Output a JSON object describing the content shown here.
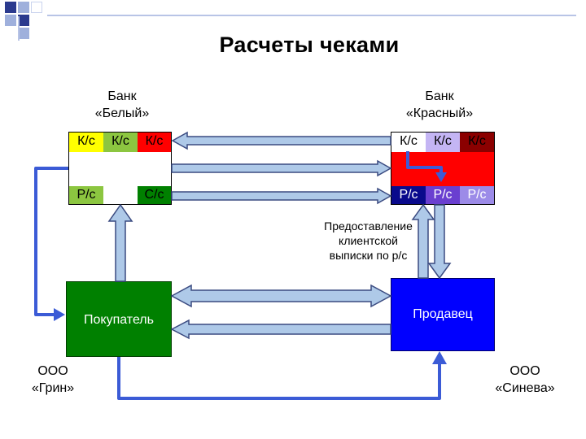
{
  "title": "Расчеты чеками",
  "bank_white": {
    "label_line1": "Банк",
    "label_line2": "«Белый»",
    "cells_top": [
      "К/с",
      "К/с",
      "К/с"
    ],
    "cell_bottom_left": "Р/с",
    "cell_bottom_right": "С/с"
  },
  "bank_red": {
    "label_line1": "Банк",
    "label_line2": "«Красный»",
    "cells_top": [
      "К/с",
      "К/с",
      "К/с"
    ],
    "cells_bottom": [
      "Р/с",
      "Р/с",
      "Р/с"
    ]
  },
  "buyer": {
    "label": "Покупатель",
    "org_line1": "ООО",
    "org_line2": "«Грин»"
  },
  "seller": {
    "label": "Продавец",
    "org_line1": "ООО",
    "org_line2": "«Синева»"
  },
  "note": {
    "line1": "Предоставление",
    "line2": "клиентской",
    "line3": "выписки по р/с"
  },
  "colors": {
    "buyer_box": "#008000",
    "seller_box": "#0000ff",
    "arrow_fill": "#aec9e8",
    "arrow_edge": "#3a4a80",
    "path_blue": "#3b5bd6",
    "yellow": "#ffff00",
    "yellowgreen": "#8cc640",
    "red": "#ff0000",
    "lavender": "#c4b5f4",
    "darkred": "#8b0000",
    "navy": "#0a0a8c",
    "purple": "#6a3fd0",
    "lightpurple": "#9c8be8"
  }
}
